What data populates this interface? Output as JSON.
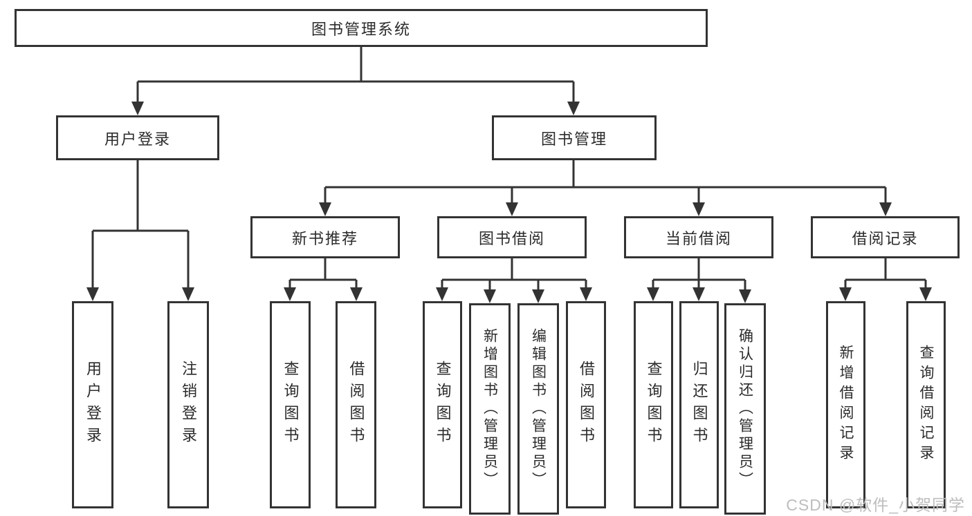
{
  "diagram": {
    "root": {
      "label": "图书管理系统"
    },
    "branches": [
      {
        "label": "用户登录",
        "children": [
          {
            "label": "用户登录"
          },
          {
            "label": "注销登录"
          }
        ]
      },
      {
        "label": "图书管理",
        "children": [
          {
            "label": "新书推荐",
            "children": [
              {
                "label": "查询图书"
              },
              {
                "label": "借阅图书"
              }
            ]
          },
          {
            "label": "图书借阅",
            "children": [
              {
                "label": "查询图书"
              },
              {
                "label": "新增图书（管理员）"
              },
              {
                "label": "编辑图书（管理员）"
              },
              {
                "label": "借阅图书"
              }
            ]
          },
          {
            "label": "当前借阅",
            "children": [
              {
                "label": "查询图书"
              },
              {
                "label": "归还图书"
              },
              {
                "label": "确认归还（管理员）"
              }
            ]
          },
          {
            "label": "借阅记录",
            "children": [
              {
                "label": "新增借阅记录"
              },
              {
                "label": "查询借阅记录"
              }
            ]
          }
        ]
      }
    ]
  },
  "watermark": {
    "text": "CSDN @软件_小贺同学"
  },
  "colors": {
    "line": "#333333",
    "text": "#2b2b2b",
    "watermark": "#bdbdbd",
    "background": "#ffffff"
  }
}
